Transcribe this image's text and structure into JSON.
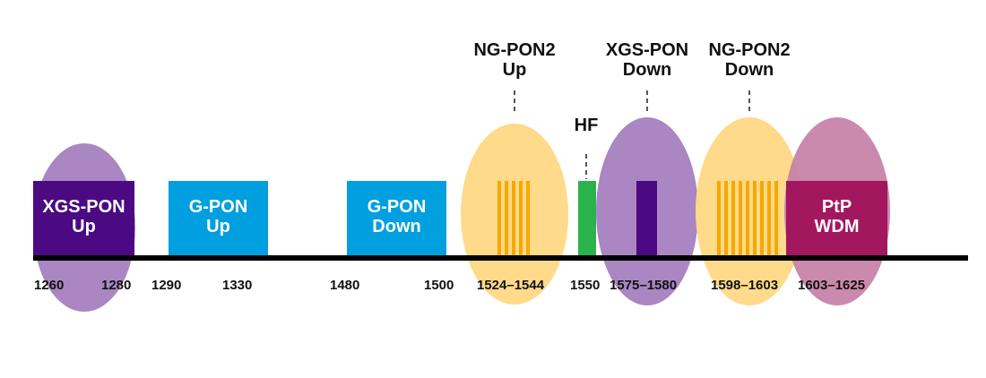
{
  "colors": {
    "purple_ellipse": "#AA86C2",
    "purple_dark": "#4B0A82",
    "blue": "#009FDF",
    "yellow_ellipse": "#FEDA8A",
    "orange_line": "#F7A800",
    "green": "#2BB24C",
    "magenta_ellipse": "#C67FA6",
    "magenta_box": "#A3175F",
    "axis": "#000000"
  },
  "labels": {
    "xgs_pon_up": [
      "XGS-PON",
      "Up"
    ],
    "g_pon_up": [
      "G-PON",
      "Up"
    ],
    "g_pon_down": [
      "G-PON",
      "Down"
    ],
    "ptp_wdm": [
      "PtP",
      "WDM"
    ],
    "ng_pon2_up": [
      "NG-PON2",
      "Up"
    ],
    "xgs_pon_down": [
      "XGS-PON",
      "Down"
    ],
    "ng_pon2_down": [
      "NG-PON2",
      "Down"
    ],
    "hf": "HF"
  },
  "ticks": [
    "1260",
    "1280",
    "1290",
    "1330",
    "1480",
    "1500",
    "1524–1544",
    "1550",
    "1575–1580",
    "1598–1603",
    "1603–1625"
  ]
}
